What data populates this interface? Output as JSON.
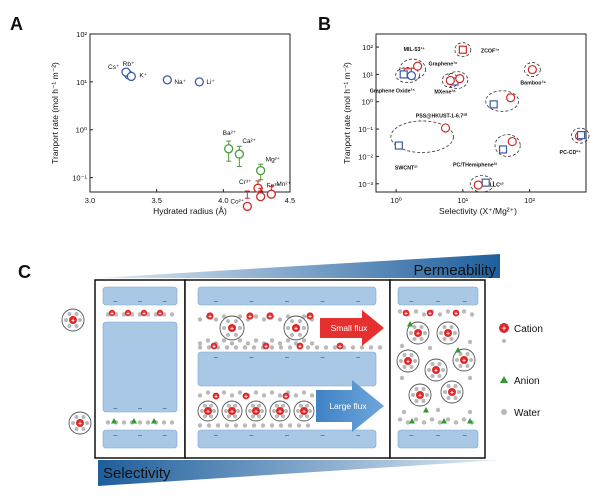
{
  "panels": {
    "a": {
      "letter": "A"
    },
    "b": {
      "letter": "B"
    },
    "c": {
      "letter": "C"
    }
  },
  "chart_data": [
    {
      "id": "A",
      "type": "scatter",
      "xlabel": "Hydrated radius (Å)",
      "ylabel": "Tranport rate (mol h⁻¹ m⁻²)",
      "xlim": [
        3.0,
        4.5
      ],
      "x_ticks": [
        3.0,
        3.5,
        4.0,
        4.5
      ],
      "x_tick_labels": [
        "3.0",
        "3.5",
        "4.0",
        "4.5"
      ],
      "y_scale": "log",
      "y_ticks": [
        0.1,
        1,
        10,
        100
      ],
      "y_tick_labels": [
        "10⁻¹",
        "10⁰",
        "10¹",
        "10²"
      ],
      "ylim": [
        0.05,
        100
      ],
      "grid": false,
      "points": [
        {
          "label": "Rb⁺",
          "x": 3.29,
          "y": 14,
          "err": 0,
          "color": "#3b5ba5"
        },
        {
          "label": "Cs⁺",
          "x": 3.27,
          "y": 16,
          "err": 0,
          "color": "#3b5ba5"
        },
        {
          "label": "K⁺",
          "x": 3.31,
          "y": 13,
          "err": 0,
          "color": "#3b5ba5"
        },
        {
          "label": "Na⁺",
          "x": 3.58,
          "y": 11,
          "err": 0,
          "color": "#3b5ba5"
        },
        {
          "label": "Li⁺",
          "x": 3.82,
          "y": 10,
          "err": 0,
          "color": "#3b5ba5"
        },
        {
          "label": "Ba²⁺",
          "x": 4.04,
          "y": 0.4,
          "err": 0.18,
          "color": "#4a9a3a"
        },
        {
          "label": "Ca²⁺",
          "x": 4.12,
          "y": 0.31,
          "err": 0.14,
          "color": "#4a9a3a"
        },
        {
          "label": "Mg²⁺",
          "x": 4.28,
          "y": 0.14,
          "err": 0.05,
          "color": "#4a9a3a"
        },
        {
          "label": "Cr³⁺",
          "x": 4.26,
          "y": 0.06,
          "err": 0.025,
          "color": "#d02a2a"
        },
        {
          "label": "Fe³⁺",
          "x": 4.28,
          "y": 0.04,
          "err": 0.02,
          "color": "#d02a2a"
        },
        {
          "label": "Co²⁺",
          "x": 4.18,
          "y": 0.025,
          "err": 0.012,
          "color": "#d02a2a"
        },
        {
          "label": "Mn²⁺",
          "x": 4.36,
          "y": 0.045,
          "err": 0.02,
          "color": "#d02a2a"
        }
      ]
    },
    {
      "id": "B",
      "type": "scatter",
      "xlabel": "Selectivity (X⁺/Mg²⁺)",
      "ylabel": "Tranport rate (mol h⁻¹ m⁻²)",
      "x_scale": "log",
      "xlim": [
        0.5,
        700
      ],
      "x_ticks": [
        1,
        10,
        100
      ],
      "x_tick_labels": [
        "10⁰",
        "10¹",
        "10²"
      ],
      "y_scale": "log",
      "ylim": [
        0.0005,
        300
      ],
      "y_ticks": [
        0.001,
        0.01,
        0.1,
        1,
        10,
        100
      ],
      "y_tick_labels": [
        "10⁻³",
        "10⁻²",
        "10⁻¹",
        "10⁰",
        "10¹",
        "10²"
      ],
      "grid": false,
      "points": [
        {
          "label": "MIL-53¹⁴",
          "x": 2.1,
          "y": 20,
          "marker": "circle",
          "color": "#d02a2a"
        },
        {
          "label": "",
          "x": 1.5,
          "y": 12,
          "marker": "square",
          "color": "#d02a2a"
        },
        {
          "label": "Graphene Oxide¹⁵",
          "x": 1.3,
          "y": 10,
          "marker": "square",
          "color": "#3b5ba5"
        },
        {
          "label": "",
          "x": 1.7,
          "y": 9,
          "marker": "circle",
          "color": "#3b5ba5"
        },
        {
          "label": "Graphene¹⁶",
          "x": 7.5,
          "y": 5.5,
          "marker": "square",
          "color": "#3b5ba5"
        },
        {
          "label": "",
          "x": 9,
          "y": 7,
          "marker": "circle",
          "color": "#d02a2a"
        },
        {
          "label": "ZCOF¹⁷",
          "x": 10,
          "y": 80,
          "marker": "square",
          "color": "#d02a2a"
        },
        {
          "label": "MXene¹⁸",
          "x": 6.5,
          "y": 6,
          "marker": "circle",
          "color": "#d02a2a"
        },
        {
          "label": "Bamboo¹⁹",
          "x": 110,
          "y": 15,
          "marker": "circle",
          "color": "#d02a2a"
        },
        {
          "label": "PSS@HKUST-1-6.7²⁰",
          "x": 29,
          "y": 0.8,
          "marker": "square",
          "color": "#3b5ba5"
        },
        {
          "label": "",
          "x": 52,
          "y": 1.4,
          "marker": "circle",
          "color": "#d02a2a"
        },
        {
          "label": "SWCNT²¹",
          "x": 1.1,
          "y": 0.025,
          "marker": "square",
          "color": "#3b5ba5"
        },
        {
          "label": "",
          "x": 5.5,
          "y": 0.11,
          "marker": "circle",
          "color": "#d02a2a"
        },
        {
          "label": "PC/THemiphene²²",
          "x": 40,
          "y": 0.018,
          "marker": "square",
          "color": "#3b5ba5"
        },
        {
          "label": "",
          "x": 55,
          "y": 0.035,
          "marker": "circle",
          "color": "#d02a2a"
        },
        {
          "label": "LLC²³",
          "x": 22,
          "y": 0.0011,
          "marker": "square",
          "color": "#3b5ba5"
        },
        {
          "label": "",
          "x": 17,
          "y": 0.0009,
          "marker": "circle",
          "color": "#d02a2a"
        },
        {
          "label": "PC-CD²⁴",
          "x": 560,
          "y": 0.055,
          "marker": "circle",
          "color": "#d02a2a"
        },
        {
          "label": "",
          "x": 590,
          "y": 0.06,
          "marker": "square",
          "color": "#3b5ba5"
        }
      ]
    }
  ],
  "schematic": {
    "permeability_label": "Permeability",
    "selectivity_label": "Selectivity",
    "small_flux_label": "Small flux",
    "large_flux_label": "Large flux",
    "legend": [
      {
        "label": "Cation",
        "kind": "cation"
      },
      {
        "label": "Anion",
        "kind": "anion"
      },
      {
        "label": "Water",
        "kind": "water"
      }
    ],
    "charge_sign": "–",
    "plus_sign": "+",
    "colors": {
      "slab": "#a9c8e6",
      "slab_stroke": "#7fa6cc",
      "cation": "#e0282a",
      "anion": "#2f9a2f",
      "water": "#b9b9b9",
      "hydration_shell": "#555555",
      "flux_small": "#e53030",
      "flux_large": "#4e8fcf",
      "triangle_light": "#cfe0f1",
      "triangle_dark": "#1f5f9e"
    }
  }
}
